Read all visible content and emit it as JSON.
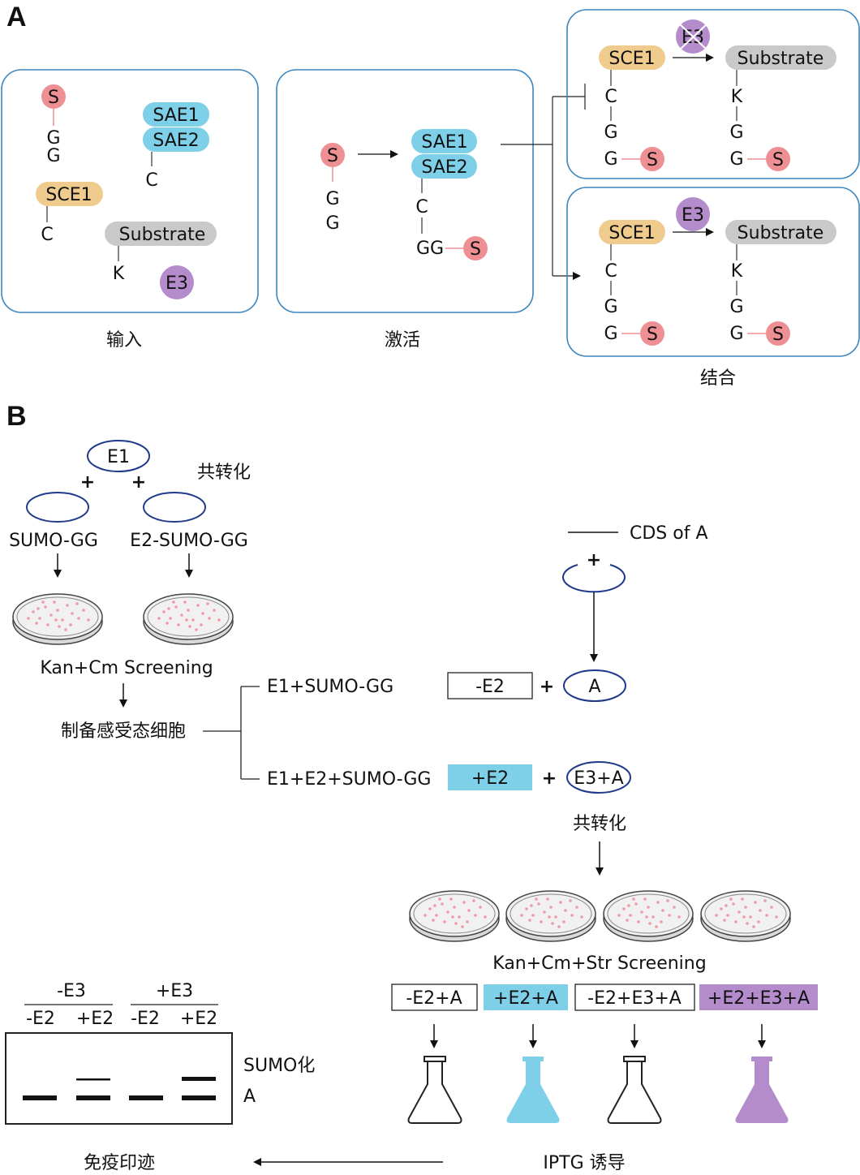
{
  "panel_a": {
    "label": "A",
    "input": {
      "s": "S",
      "g1": "G",
      "g2": "G",
      "sae1": "SAE1",
      "sae2": "SAE2",
      "c_sae": "C",
      "sce1": "SCE1",
      "c_sce": "C",
      "substrate": "Substrate",
      "k": "K",
      "e3": "E3",
      "caption": "输入"
    },
    "activation": {
      "s": "S",
      "g1": "G",
      "g2": "G",
      "sae1": "SAE1",
      "sae2": "SAE2",
      "c": "C",
      "gg": "GG",
      "s2": "S",
      "caption": "激活"
    },
    "conj_top": {
      "e3": "E3",
      "sce1": "SCE1",
      "substrate": "Substrate",
      "c": "C",
      "g1": "G",
      "g2": "G",
      "s1": "S",
      "k": "K",
      "g3": "G",
      "g4": "G",
      "s2": "S"
    },
    "conj_bottom": {
      "e3": "E3",
      "sce1": "SCE1",
      "substrate": "Substrate",
      "c": "C",
      "g1": "G",
      "g2": "G",
      "s1": "S",
      "k": "K",
      "g3": "G",
      "g4": "G",
      "s2": "S"
    },
    "conj_caption": "结合"
  },
  "panel_b": {
    "label": "B",
    "e1": "E1",
    "plus1": "+",
    "plus2": "+",
    "cotransform1": "共转化",
    "sumo_gg": "SUMO-GG",
    "e2_sumo_gg": "E2-SUMO-GG",
    "screen1": "Kan+Cm Screening",
    "competent": "制备感受态细胞",
    "branch1": "E1+SUMO-GG",
    "branch2": "E1+E2+SUMO-GG",
    "cds": "CDS of A",
    "plus3": "+",
    "box_minus_e2": "-E2",
    "plus4": "+",
    "oval_a": "A",
    "box_plus_e2": "+E2",
    "plus5": "+",
    "oval_e3a": "E3+A",
    "cotransform2": "共转化",
    "screen2": "Kan+Cm+Str Screening",
    "conditions": [
      "-E2+A",
      "+E2+A",
      "-E2+E3+A",
      "+E2+E3+A"
    ],
    "iptg": "IPTG 诱导",
    "western": "免疫印迹",
    "blot": {
      "minus_e3": "-E3",
      "plus_e3": "+E3",
      "lanes": [
        "-E2",
        "+E2",
        "-E2",
        "+E2"
      ],
      "sumo_label": "SUMO化",
      "a_label": "A"
    }
  },
  "colors": {
    "blue": "#7ecfe8",
    "orange": "#efcb8e",
    "gray": "#c9c9c9",
    "pink": "#ee8f94",
    "purple": "#b48ccb",
    "navy": "#1f3a8a",
    "frame": "#3a86c0",
    "dish": "#efefef",
    "dot": "#ee9aa8"
  }
}
